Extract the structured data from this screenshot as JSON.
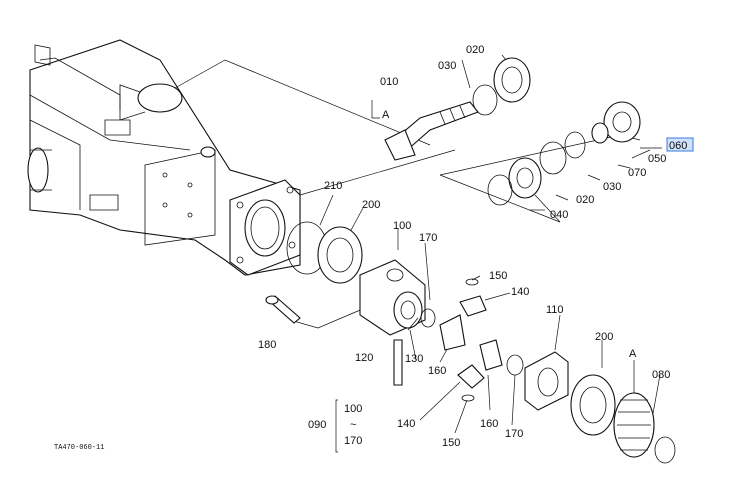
{
  "diagram_code": "TA470-060-11",
  "marker": "A",
  "range_separator": "~",
  "labels": {
    "p010": "010",
    "p020_top": "020",
    "p030_top": "030",
    "p060": "060",
    "p050": "050",
    "p070": "070",
    "p030_right": "030",
    "p020_mid": "020",
    "p040": "040",
    "p210": "210",
    "p200_left": "200",
    "p100": "100",
    "p170_top": "170",
    "p150_top": "150",
    "p140_top": "140",
    "p110": "110",
    "p200_right": "200",
    "p180": "180",
    "p120": "120",
    "p130": "130",
    "p160_left": "160",
    "p160_right": "160",
    "p170_right": "170",
    "p080": "080",
    "p140_bottom": "140",
    "p150_bottom": "150",
    "p090": "090",
    "range_from": "100",
    "range_to": "170"
  },
  "highlight_color": "#cfe3ff"
}
